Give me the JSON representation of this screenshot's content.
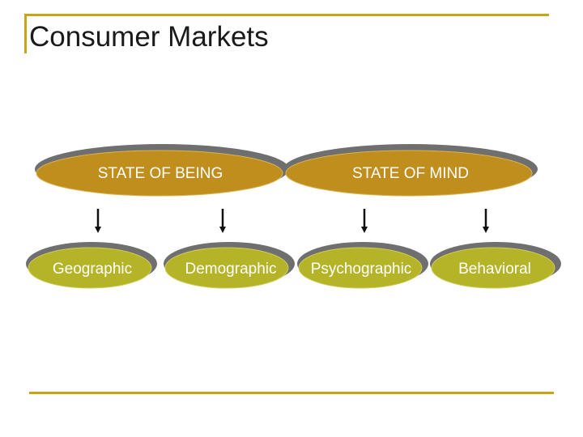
{
  "title": "Consumer Markets",
  "colors": {
    "accent": "#c9a418",
    "top_oval_fill": "#c08e1c",
    "bottom_oval_fill": "#b5b328",
    "oval_shadow": "#6f6f6f",
    "arrow": "#111111",
    "title_text": "#1a1a1a"
  },
  "diagram": {
    "top_nodes": [
      {
        "label": "STATE OF BEING"
      },
      {
        "label": "STATE OF MIND"
      }
    ],
    "bottom_nodes": [
      {
        "label": "Geographic"
      },
      {
        "label": "Demographic"
      },
      {
        "label": "Psychographic"
      },
      {
        "label": "Behavioral"
      }
    ],
    "arrows": [
      {
        "from": "STATE OF BEING",
        "to": "Geographic"
      },
      {
        "from": "STATE OF BEING",
        "to": "Demographic"
      },
      {
        "from": "STATE OF MIND",
        "to": "Psychographic"
      },
      {
        "from": "STATE OF MIND",
        "to": "Behavioral"
      }
    ]
  }
}
